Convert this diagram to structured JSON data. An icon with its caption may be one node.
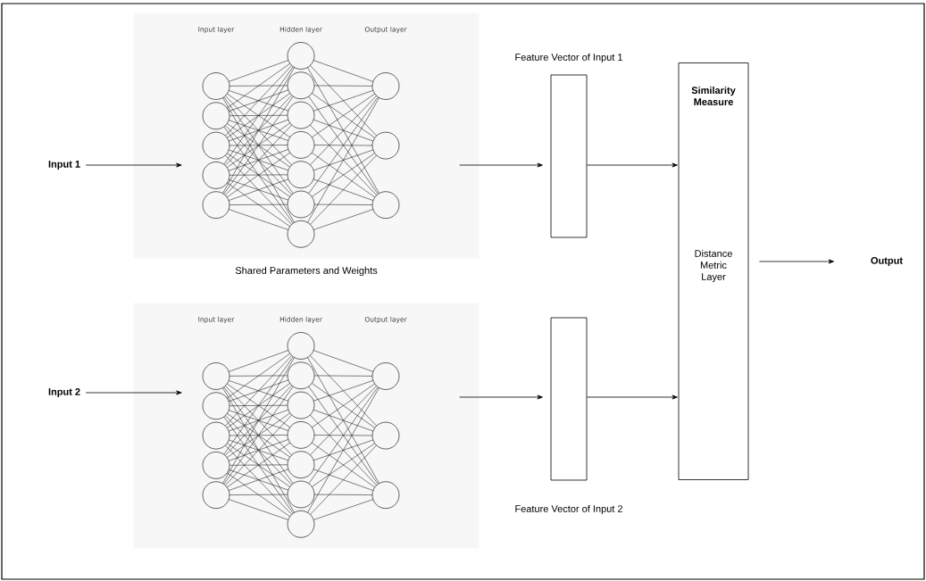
{
  "diagram": {
    "nodes": [
      {
        "text": [
          "Input 1"
        ]
      },
      {
        "text": [
          "Input layer",
          "Hidden layer",
          "Output layer"
        ]
      },
      {
        "text": [],
        "shape": "box",
        "beside": [
          "Feature Vector of Input 1"
        ]
      },
      {
        "text": [
          "Input 2"
        ]
      },
      {
        "text": [
          "Input layer",
          "Hidden layer",
          "Output layer"
        ]
      },
      {
        "text": [],
        "shape": "box",
        "beside": [
          "Feature Vector of Input 2"
        ]
      },
      {
        "text": [
          "Similarity Measure",
          "Distance Metric Layer"
        ]
      },
      {
        "text": [
          "Output"
        ]
      }
    ],
    "edges": [
      {
        "from": 0,
        "to": 1,
        "arrow": "to"
      },
      {
        "from": 1,
        "to": 2,
        "arrow": "to"
      },
      {
        "from": 2,
        "to": 6,
        "arrow": "to"
      },
      {
        "from": 3,
        "to": 4,
        "arrow": "to"
      },
      {
        "from": 4,
        "to": 5,
        "arrow": "to"
      },
      {
        "from": 5,
        "to": 6,
        "arrow": "to"
      },
      {
        "from": 6,
        "to": 7,
        "arrow": "to"
      }
    ],
    "labels": [
      "Shared Parameters and Weights"
    ]
  }
}
